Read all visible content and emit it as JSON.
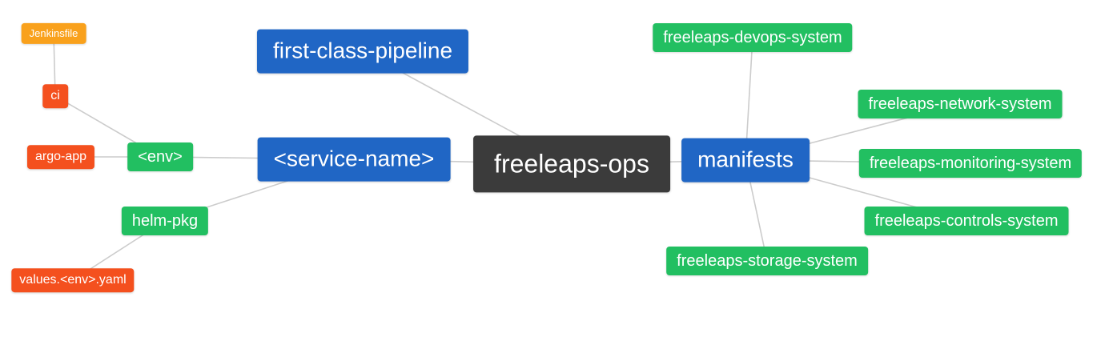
{
  "diagram": {
    "type": "mindmap",
    "root_label": "freeleaps-ops",
    "colors": {
      "root_bg": "#3b3b3b",
      "branch_bg": "#2066c5",
      "leaf_green_bg": "#22bf61",
      "leaf_red_bg": "#f4501e",
      "leaf_orange_bg": "#f9a11c",
      "edge": "#cccccc",
      "text": "#ffffff",
      "background": "#ffffff"
    },
    "nodes": {
      "root": {
        "label": "freeleaps-ops"
      },
      "first_class_pipeline": {
        "label": "first-class-pipeline"
      },
      "service_name": {
        "label": "<service-name>"
      },
      "env": {
        "label": "<env>"
      },
      "ci": {
        "label": "ci"
      },
      "jenkinsfile": {
        "label": "Jenkinsfile"
      },
      "argo_app": {
        "label": "argo-app"
      },
      "helm_pkg": {
        "label": "helm-pkg"
      },
      "values_env_yaml": {
        "label": "values.<env>.yaml"
      },
      "manifests": {
        "label": "manifests"
      },
      "devops_system": {
        "label": "freeleaps-devops-system"
      },
      "network_system": {
        "label": "freeleaps-network-system"
      },
      "monitoring_system": {
        "label": "freeleaps-monitoring-system"
      },
      "controls_system": {
        "label": "freeleaps-controls-system"
      },
      "storage_system": {
        "label": "freeleaps-storage-system"
      }
    },
    "edges": [
      [
        "freeleaps-ops",
        "first-class-pipeline"
      ],
      [
        "freeleaps-ops",
        "<service-name>"
      ],
      [
        "freeleaps-ops",
        "manifests"
      ],
      [
        "<service-name>",
        "<env>"
      ],
      [
        "<env>",
        "ci"
      ],
      [
        "ci",
        "Jenkinsfile"
      ],
      [
        "<env>",
        "argo-app"
      ],
      [
        "<service-name>",
        "helm-pkg"
      ],
      [
        "helm-pkg",
        "values.<env>.yaml"
      ],
      [
        "manifests",
        "freeleaps-devops-system"
      ],
      [
        "manifests",
        "freeleaps-network-system"
      ],
      [
        "manifests",
        "freeleaps-monitoring-system"
      ],
      [
        "manifests",
        "freeleaps-controls-system"
      ],
      [
        "manifests",
        "freeleaps-storage-system"
      ]
    ]
  }
}
